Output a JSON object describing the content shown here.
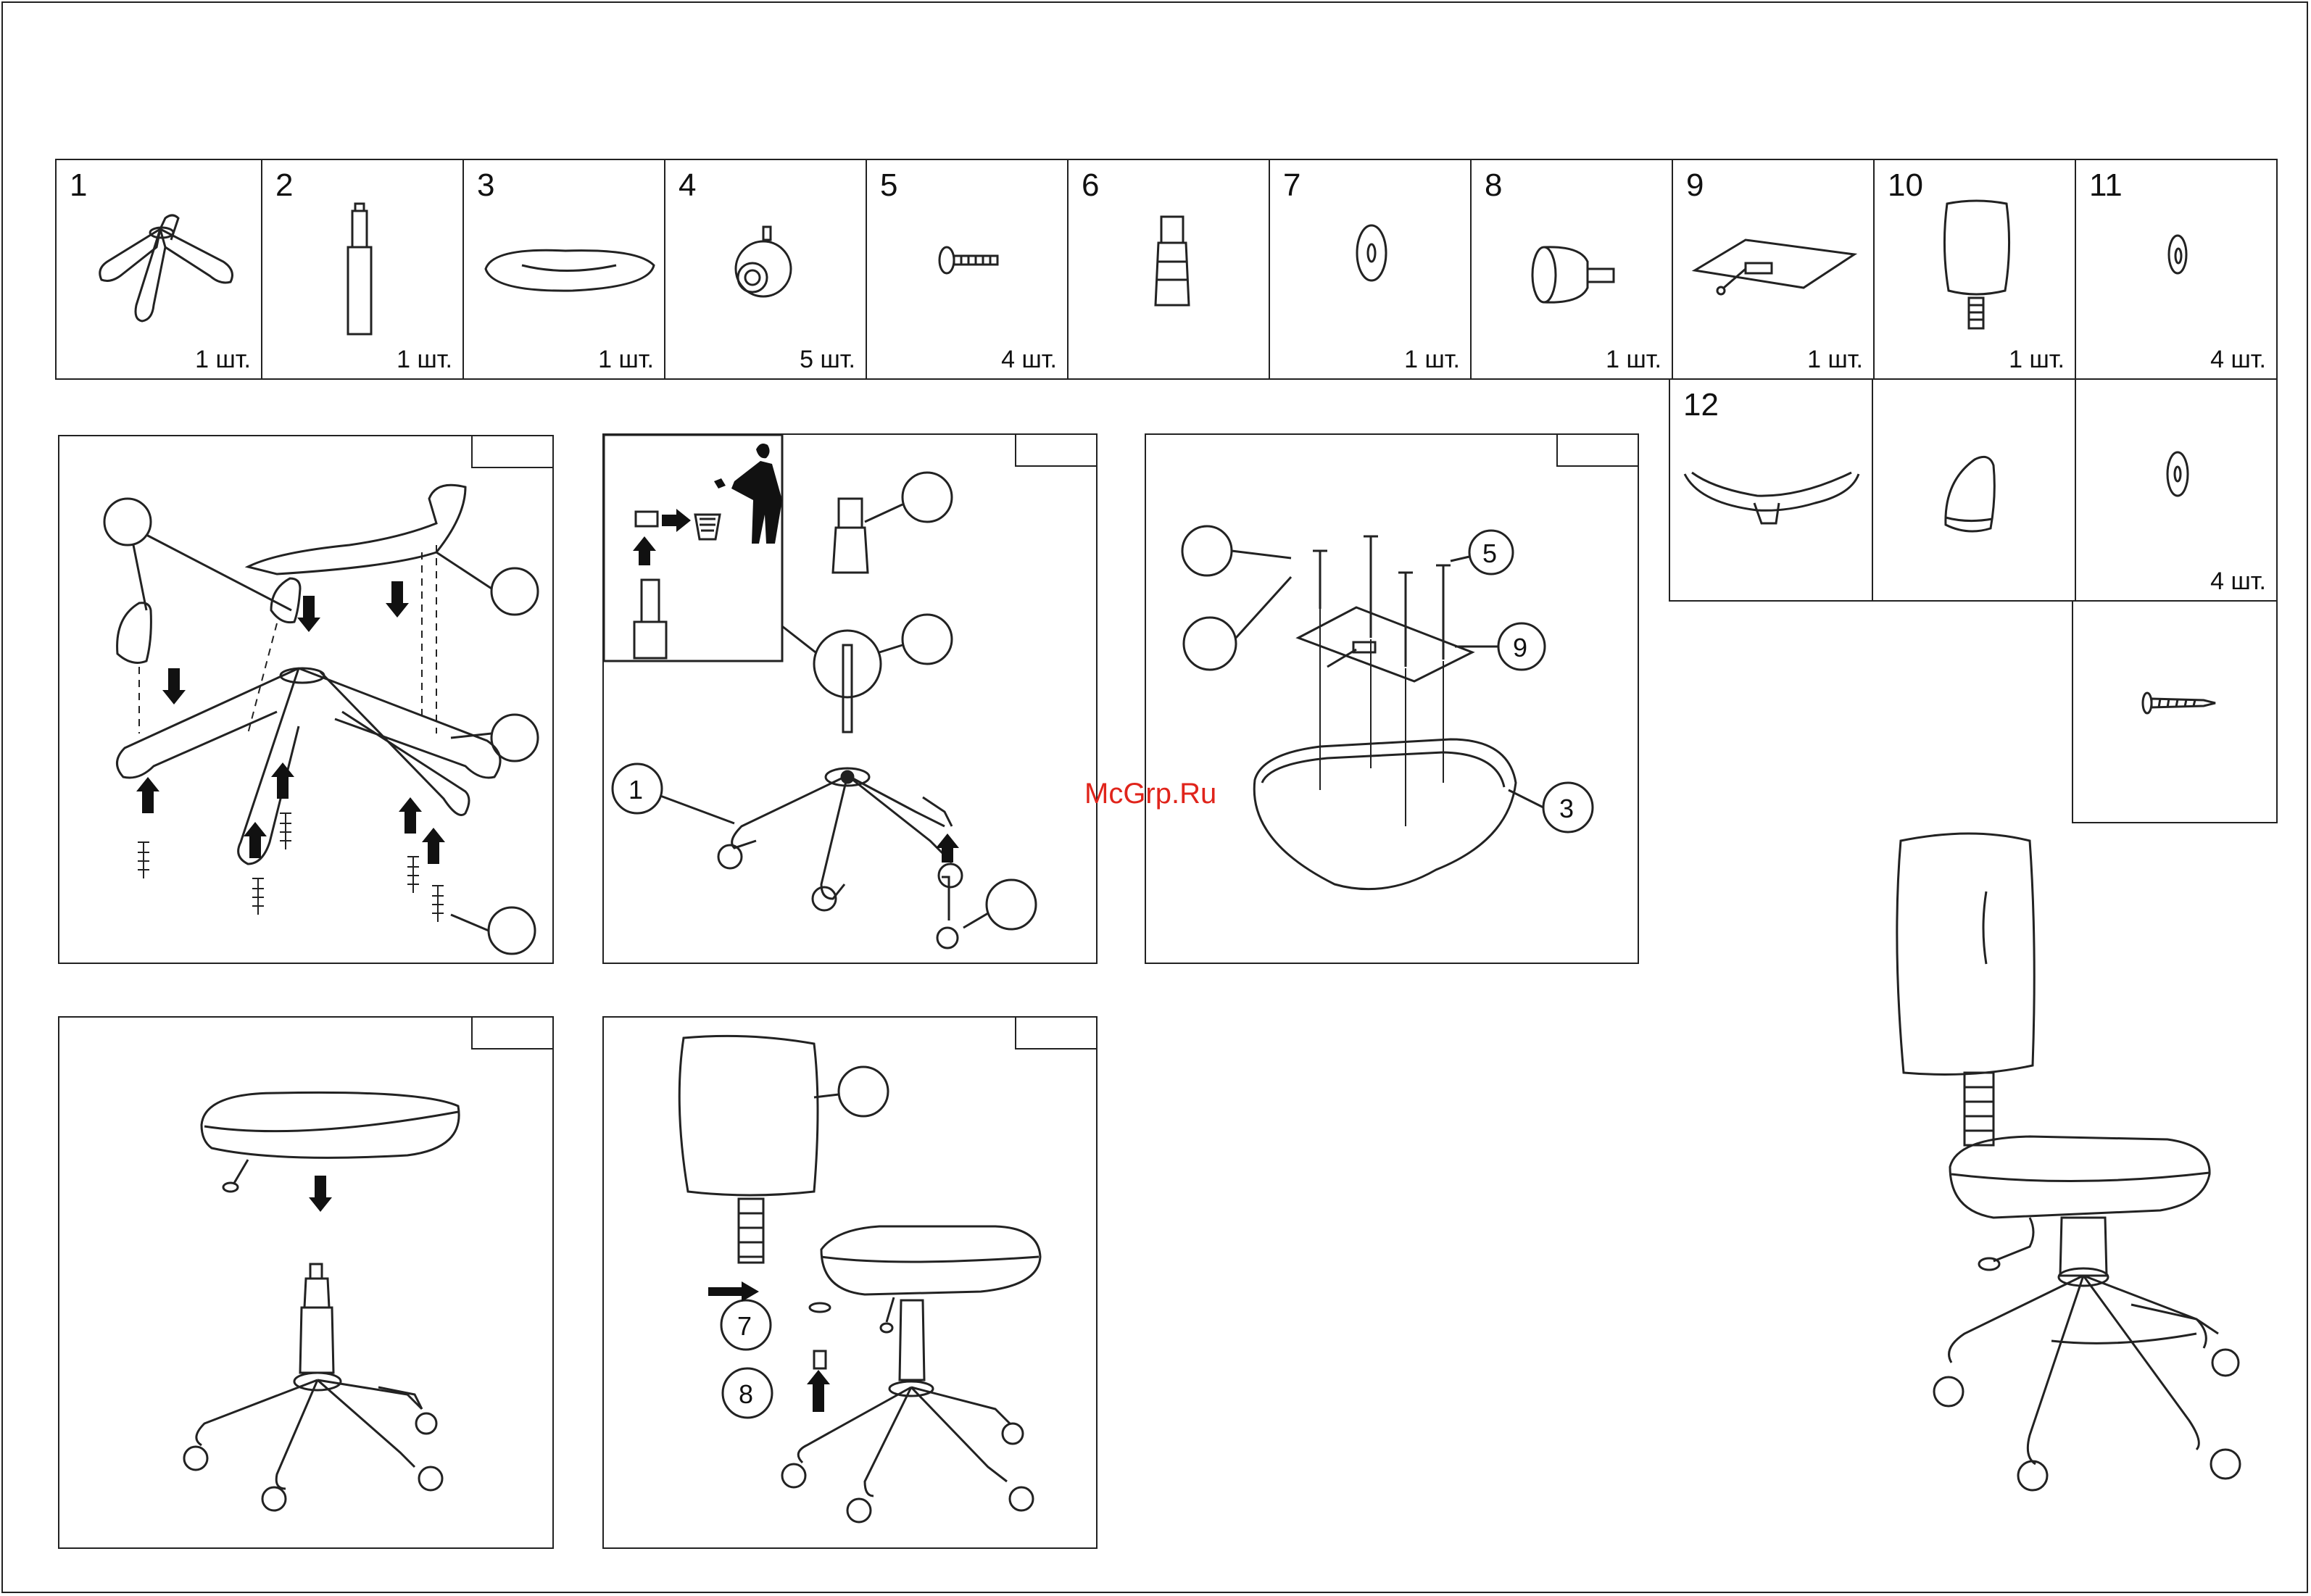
{
  "watermark": "McGrp.Ru",
  "parts": [
    {
      "num": "1",
      "qty": "1  шт.",
      "icon": "chair-base-icon"
    },
    {
      "num": "2",
      "qty": "1  шт.",
      "icon": "gas-lift-icon"
    },
    {
      "num": "3",
      "qty": "1  шт.",
      "icon": "seat-icon"
    },
    {
      "num": "4",
      "qty": "5  шт.",
      "icon": "caster-icon"
    },
    {
      "num": "5",
      "qty": "4  шт.",
      "icon": "bolt-icon"
    },
    {
      "num": "6",
      "qty": "",
      "icon": "lift-cover-icon"
    },
    {
      "num": "7",
      "qty": "1 шт.",
      "icon": "washer-icon"
    },
    {
      "num": "8",
      "qty": "1  шт.",
      "icon": "knob-icon"
    },
    {
      "num": "9",
      "qty": "1  шт.",
      "icon": "mechanism-plate-icon"
    },
    {
      "num": "10",
      "qty": "1  шт.",
      "icon": "backrest-icon"
    },
    {
      "num": "11",
      "qty": "4  шт.",
      "icon": "spring-washer-icon"
    },
    {
      "num": "12",
      "qty": "",
      "icon": "footrest-ring-icon"
    },
    {
      "num": "",
      "qty": "",
      "icon": "cap-icon"
    },
    {
      "num": "",
      "qty": "4  шт.",
      "icon": "flat-washer-icon"
    },
    {
      "num": "",
      "qty": "",
      "icon": "screw-icon"
    }
  ],
  "steps": {
    "step3": {
      "callouts": [
        "5",
        "9",
        "3"
      ]
    },
    "step2": {
      "callouts": [
        "1"
      ]
    },
    "step5": {
      "callouts": [
        "7",
        "8"
      ]
    }
  }
}
